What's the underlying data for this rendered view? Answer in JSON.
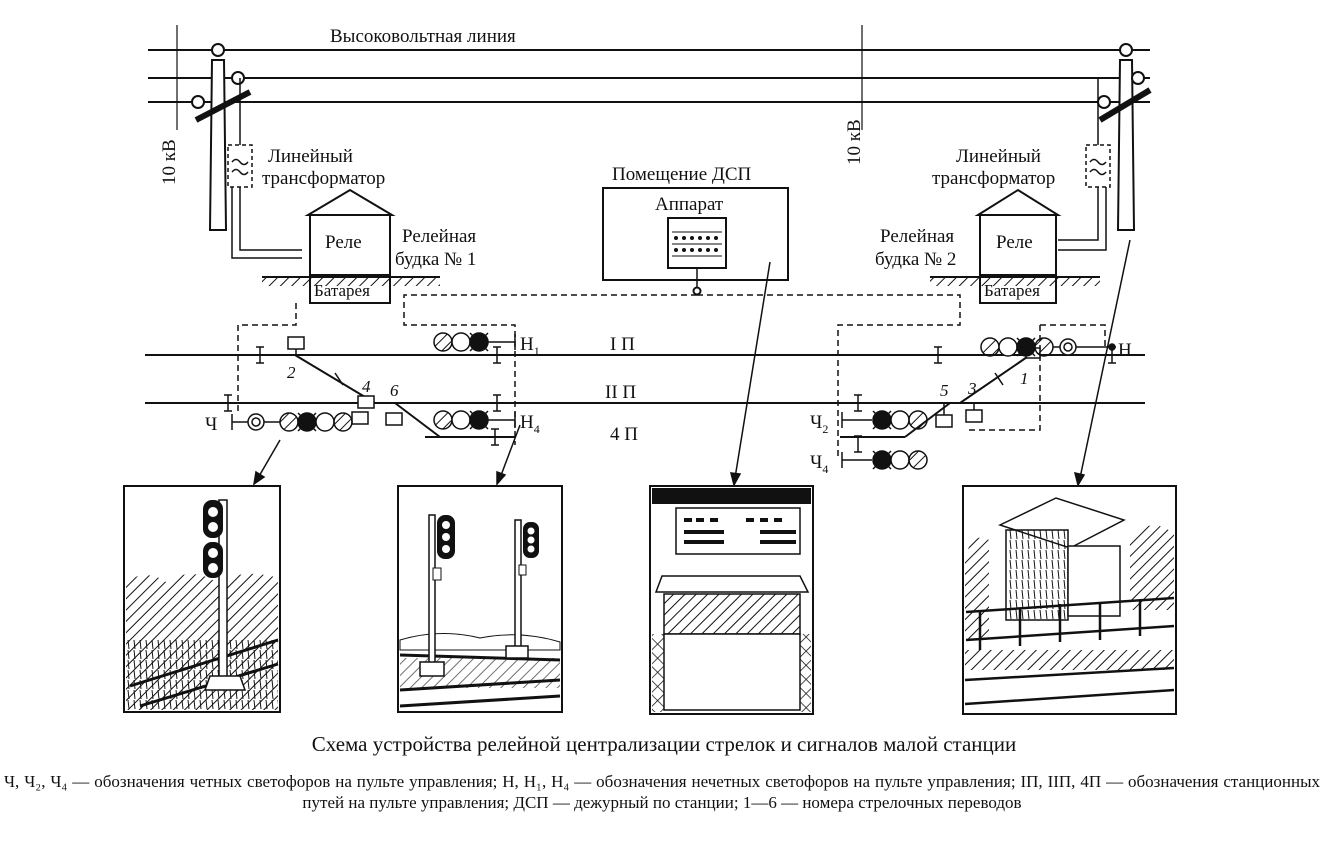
{
  "labels": {
    "hv_line": "Высоковольтная линия",
    "kv_left": "10 кВ",
    "kv_mid": "10 кВ",
    "transformer_left": [
      "Линейный",
      "трансформатор"
    ],
    "transformer_right": [
      "Линейный",
      "трансформатор"
    ],
    "relay_left": "Реле",
    "relay_right": "Реле",
    "battery_left": "Батарея",
    "battery_right": "Батарея",
    "booth_left": [
      "Релейная",
      "будка № 1"
    ],
    "booth_right": [
      "Релейная",
      "будка № 2"
    ],
    "dsp_room": "Помещение ДСП",
    "apparatus": "Аппарат",
    "track_1": "I П",
    "track_2": "II П",
    "track_4": "4 П",
    "sig_N1": "Н",
    "sig_N1_sub": "1",
    "sig_N4": "Н",
    "sig_N4_sub": "4",
    "sig_N": "Н",
    "sig_Ch": "Ч",
    "sig_Ch2": "Ч",
    "sig_Ch2_sub": "2",
    "sig_Ch4": "Ч",
    "sig_Ch4_sub": "4",
    "switch_numbers": [
      "1",
      "2",
      "3",
      "4",
      "5",
      "6"
    ]
  },
  "caption": "Схема устройства релейной централизации стрелок и сигналов малой станции",
  "legend": "Ч, Ч₂, Ч₄ — обозначения четных светофоров на пульте управления; Н, Н₁, Н₄ — обозначения нечетных светофоров на пульте управления; IП, IIП, 4П — обозначения станционных путей на пульте управления; ДСП — дежурный по станции; 1—6 — номера стрелочных переводов",
  "icons": [
    "mast-icon",
    "transformer-icon",
    "relay-booth-icon",
    "signal-icon",
    "switch-icon",
    "control-panel-icon"
  ]
}
